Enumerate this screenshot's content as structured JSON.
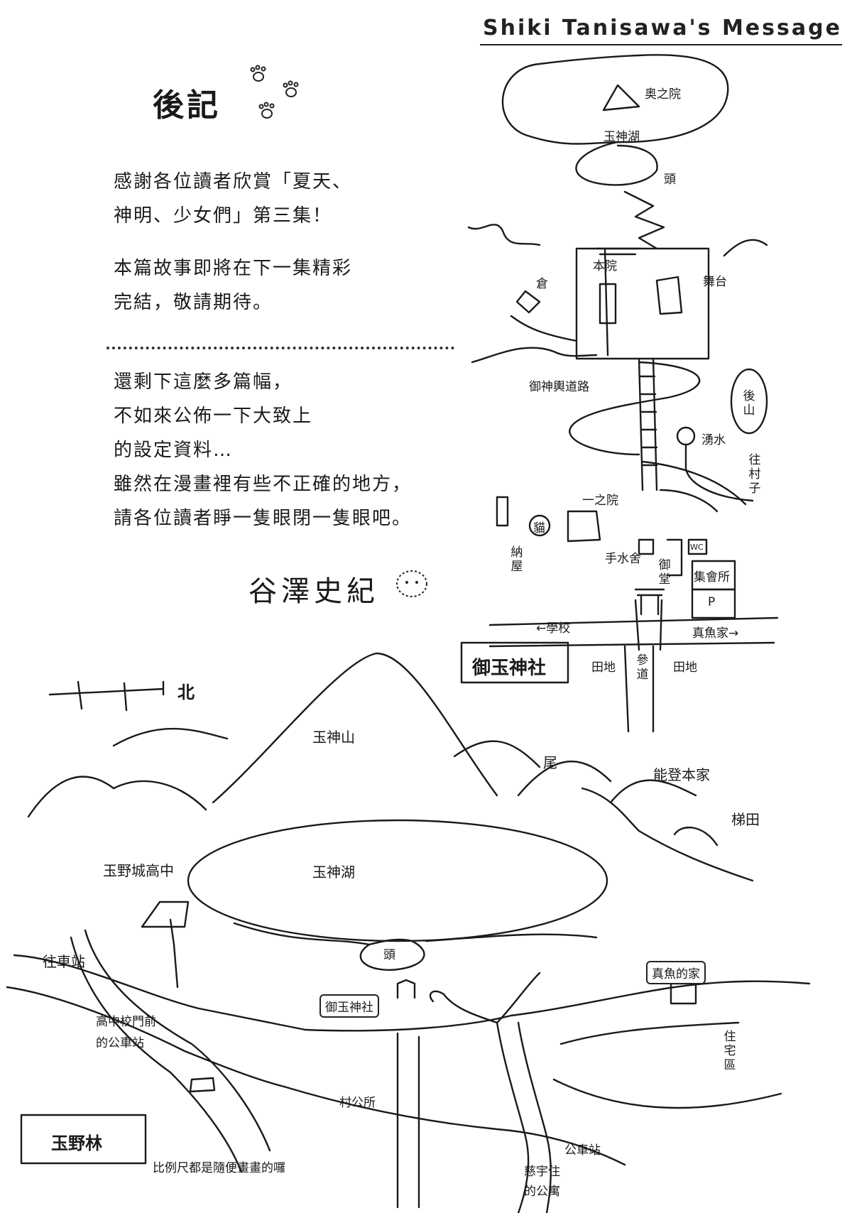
{
  "header": {
    "title": "Shiki Tanisawa's Message"
  },
  "afterword": {
    "title": "後記",
    "paragraphs": [
      {
        "lines": [
          "感謝各位讀者欣賞「夏天、",
          "神明、少女們」第三集！"
        ]
      },
      {
        "lines": [
          "本篇故事即將在下一集精彩",
          "完結，敬請期待。"
        ]
      },
      {
        "lines": [
          "還剩下這麼多篇幅，",
          "不如來公佈一下大致上",
          "的設定資料…",
          "雖然在漫畫裡有些不正確的地方，",
          "請各位讀者睜一隻眼閉一隻眼吧。"
        ]
      }
    ],
    "signature": "谷澤史紀"
  },
  "shrine_map": {
    "title": "御玉神社",
    "labels": {
      "okunoin": "奥之院",
      "lake": "玉神湖",
      "head": "頭",
      "main_hall": "本院",
      "storehouse": "倉",
      "stage": "舞台",
      "procession_road": "御神輿道路",
      "back_mountain": "後山",
      "spring": "湧水",
      "to_village": "往村子",
      "first_hall": "一之院",
      "cat": "貓",
      "shed": "納屋",
      "purification": "手水舍",
      "hall": "御堂",
      "wc": "WC",
      "meeting_hall": "集會所",
      "parking": "P",
      "school": "←學校",
      "mana_home": "真魚家→",
      "field_left": "田地",
      "approach": "參道",
      "field_right": "田地"
    }
  },
  "area_map": {
    "north": "北",
    "mountain": "玉神山",
    "tail": "尾",
    "noto_main": "能登本家",
    "terraced_field": "梯田",
    "high_school": "玉野城高中",
    "lake": "玉神湖",
    "head": "頭",
    "to_station": "往車站",
    "bus_stop_school": [
      "高中校門前",
      "的公車站"
    ],
    "shrine": "御玉神社",
    "mana_house": "真魚的家",
    "residential": "住宅區",
    "village_office": "村公所",
    "region": "玉野林",
    "scale_note": "比例尺都是隨便畫畫的囉",
    "bus_stop": "公車站",
    "apartment": [
      "慈宇住",
      "的公寓"
    ]
  }
}
